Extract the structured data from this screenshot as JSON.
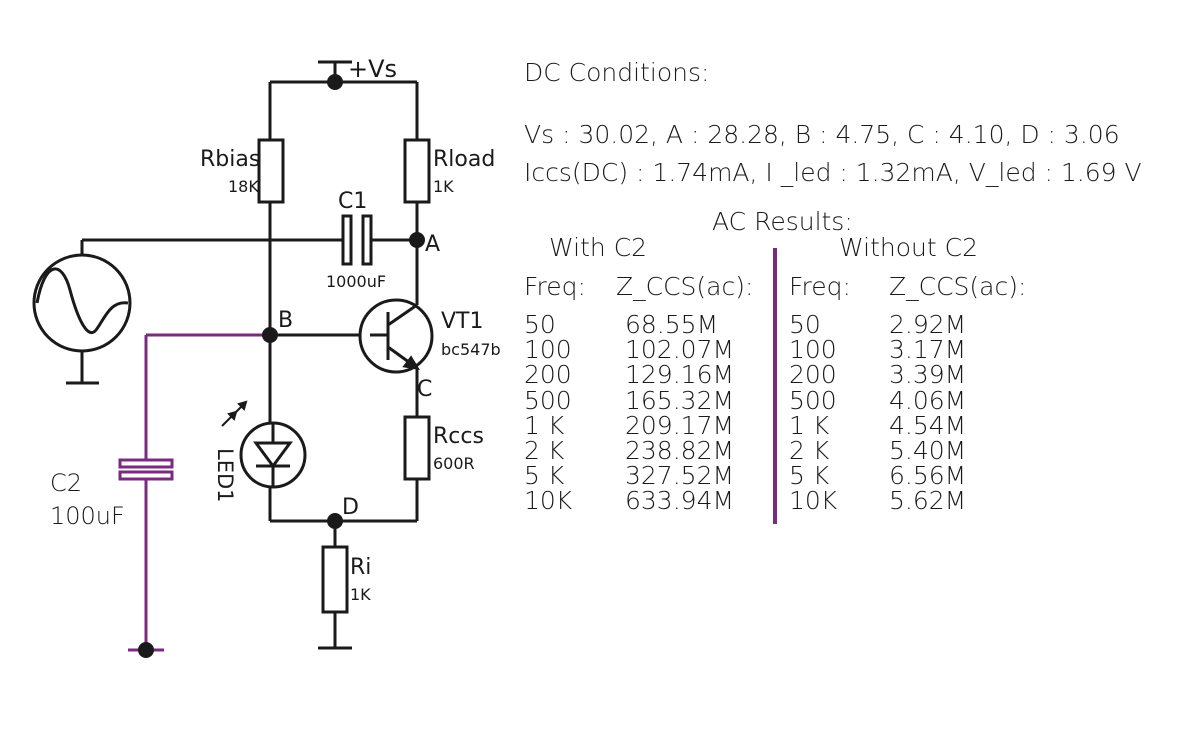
{
  "schematic": {
    "supply_label": "+Vs",
    "rbias": {
      "name": "Rbias",
      "value": "18K"
    },
    "rload": {
      "name": "Rload",
      "value": "1K"
    },
    "c1": {
      "name": "C1",
      "value": "1000uF"
    },
    "vt1": {
      "name": "VT1",
      "value": "bc547b"
    },
    "rccs": {
      "name": "Rccs",
      "value": "600R"
    },
    "ri": {
      "name": "Ri",
      "value": "1K"
    },
    "led": {
      "name": "LED1"
    },
    "c2": {
      "name": "C2",
      "value": "100uF"
    },
    "nodes": {
      "a": "A",
      "b": "B",
      "c": "C",
      "d": "D"
    },
    "colors": {
      "wire": "#1a1a1a",
      "c2_wire": "#7a2a7f"
    }
  },
  "dc": {
    "heading": "DC Conditions:",
    "line1": "Vs : 30.02, A : 28.28, B : 4.75, C : 4.10, D : 3.06",
    "line2": "Iccs(DC) : 1.74mA, I _led : 1.32mA, V_led : 1.69 V"
  },
  "ac": {
    "heading": "AC Results:",
    "with_c2": {
      "title": "With C2",
      "freq_header": "Freq:",
      "z_header": "Z_CCS(ac):",
      "freqs": [
        "50",
        "100",
        "200",
        "500",
        "1 K",
        "2 K",
        "5 K",
        "10K"
      ],
      "z": [
        "68.55M",
        "102.07M",
        "129.16M",
        "165.32M",
        "209.17M",
        "238.82M",
        "327.52M",
        "633.94M"
      ]
    },
    "without_c2": {
      "title": "Without C2",
      "freq_header": "Freq:",
      "z_header": "Z_CCS(ac):",
      "freqs": [
        "50",
        "100",
        "200",
        "500",
        "1 K",
        "2 K",
        "5 K",
        "10K"
      ],
      "z": [
        "2.92M",
        "3.17M",
        "3.39M",
        "4.06M",
        "4.54M",
        "5.40M",
        "6.56M",
        "5.62M"
      ]
    }
  }
}
